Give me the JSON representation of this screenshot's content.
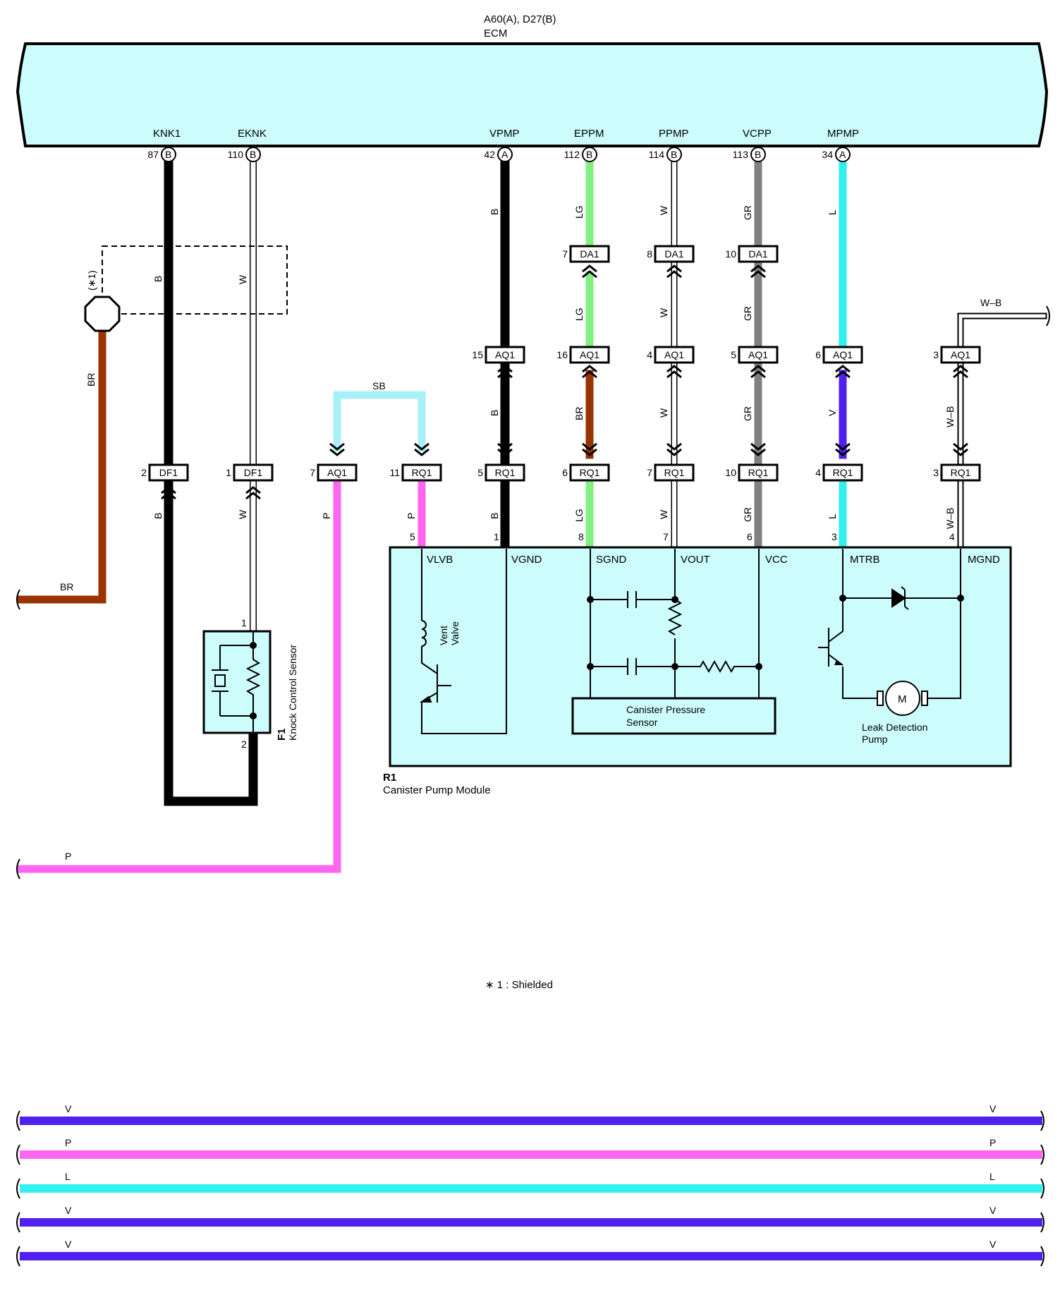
{
  "ecm": {
    "connectors": "A60(A), D27(B)",
    "name": "ECM"
  },
  "ecm_pins": [
    {
      "signal": "KNK1",
      "pin": "87",
      "conn": "B"
    },
    {
      "signal": "EKNK",
      "pin": "110",
      "conn": "B"
    },
    {
      "signal": "VPMP",
      "pin": "42",
      "conn": "A"
    },
    {
      "signal": "EPPM",
      "pin": "112",
      "conn": "B"
    },
    {
      "signal": "PPMP",
      "pin": "114",
      "conn": "B"
    },
    {
      "signal": "VCPP",
      "pin": "113",
      "conn": "B"
    },
    {
      "signal": "MPMP",
      "pin": "34",
      "conn": "A"
    }
  ],
  "wire_colors": {
    "B": "#000000",
    "W": "#ffffff",
    "LG": "#80f080",
    "GR": "#808080",
    "L": "#30f0f0",
    "BR": "#993300",
    "V": "#5020ee",
    "P": "#ff66f0",
    "SB": "#a8f0f8",
    "W-B": "#ffffff"
  },
  "wire_labels": {
    "b": "B",
    "w": "W",
    "lg": "LG",
    "gr": "GR",
    "l": "L",
    "br": "BR",
    "v": "V",
    "p": "P",
    "sb": "SB",
    "wb": "W–B"
  },
  "connectors": {
    "df1": "DF1",
    "da1": "DA1",
    "aq1": "AQ1",
    "rq1": "RQ1"
  },
  "pin_numbers": {
    "df1_b": "2",
    "df1_w": "1",
    "da1_lg": "7",
    "da1_w": "8",
    "da1_gr": "10",
    "aq1_vpmp": "15",
    "aq1_eppm": "16",
    "aq1_ppmp": "4",
    "aq1_vcpp": "5",
    "aq1_mpmp": "6",
    "aq1_wb": "3",
    "aq1_p": "7",
    "rq1_p": "11",
    "rq1_vpmp": "5",
    "rq1_eppm": "6",
    "rq1_ppmp": "7",
    "rq1_vcpp": "10",
    "rq1_mpmp": "4",
    "rq1_wb": "3",
    "r1_5": "5",
    "r1_1": "1",
    "r1_8": "8",
    "r1_7": "7",
    "r1_6": "6",
    "r1_3": "3",
    "r1_4": "4",
    "f1_1": "1",
    "f1_2": "2"
  },
  "shield": {
    "mark": "(∗1)"
  },
  "module": {
    "id": "R1",
    "name": "Canister Pump Module",
    "terminals": [
      "VLVB",
      "VGND",
      "SGND",
      "VOUT",
      "VCC",
      "MTRB",
      "MGND"
    ],
    "vent_valve": [
      "Vent",
      "Valve"
    ],
    "pressure_sensor": [
      "Canister Pressure",
      "Sensor"
    ],
    "pump": [
      "Leak Detection",
      "Pump"
    ],
    "motor": "M"
  },
  "knock_sensor": {
    "id": "F1",
    "name": "Knock Control Sensor"
  },
  "note": "∗ 1 : Shielded",
  "bottom_wires": [
    {
      "label": "V",
      "color": "V"
    },
    {
      "label": "P",
      "color": "P"
    },
    {
      "label": "L",
      "color": "L"
    },
    {
      "label": "V",
      "color": "V"
    },
    {
      "label": "V",
      "color": "V"
    }
  ]
}
